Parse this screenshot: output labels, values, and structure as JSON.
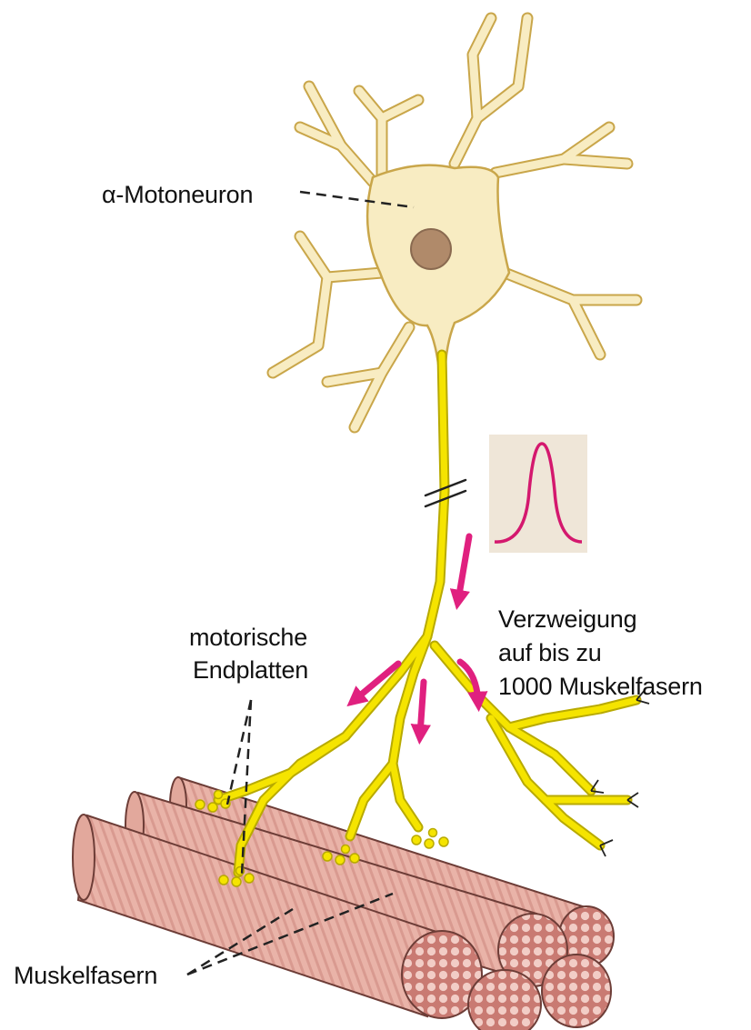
{
  "labels": {
    "motoneuron": "α-Motoneuron",
    "endplates_line1": "motorische",
    "endplates_line2": "Endplatten",
    "branching_line1": "Verzweigung",
    "branching_line2": "auf bis zu",
    "branching_line3": "1000 Muskelfasern",
    "muscle_fibers": "Muskelfasern"
  },
  "colors": {
    "neuron_fill": "#f8ecc2",
    "neuron_outline": "#c9a64a",
    "nucleus": "#b08a6a",
    "axon": "#f5e400",
    "axon_outline": "#b8aa00",
    "arrows": "#e0207f",
    "muscle": "#e8b0a4",
    "muscle_dark": "#c47c72",
    "inset_bg": "#efe6d8"
  },
  "icons": {
    "action_potential_inset": "action-potential-icon",
    "direction_arrows": "arrow-icon"
  }
}
